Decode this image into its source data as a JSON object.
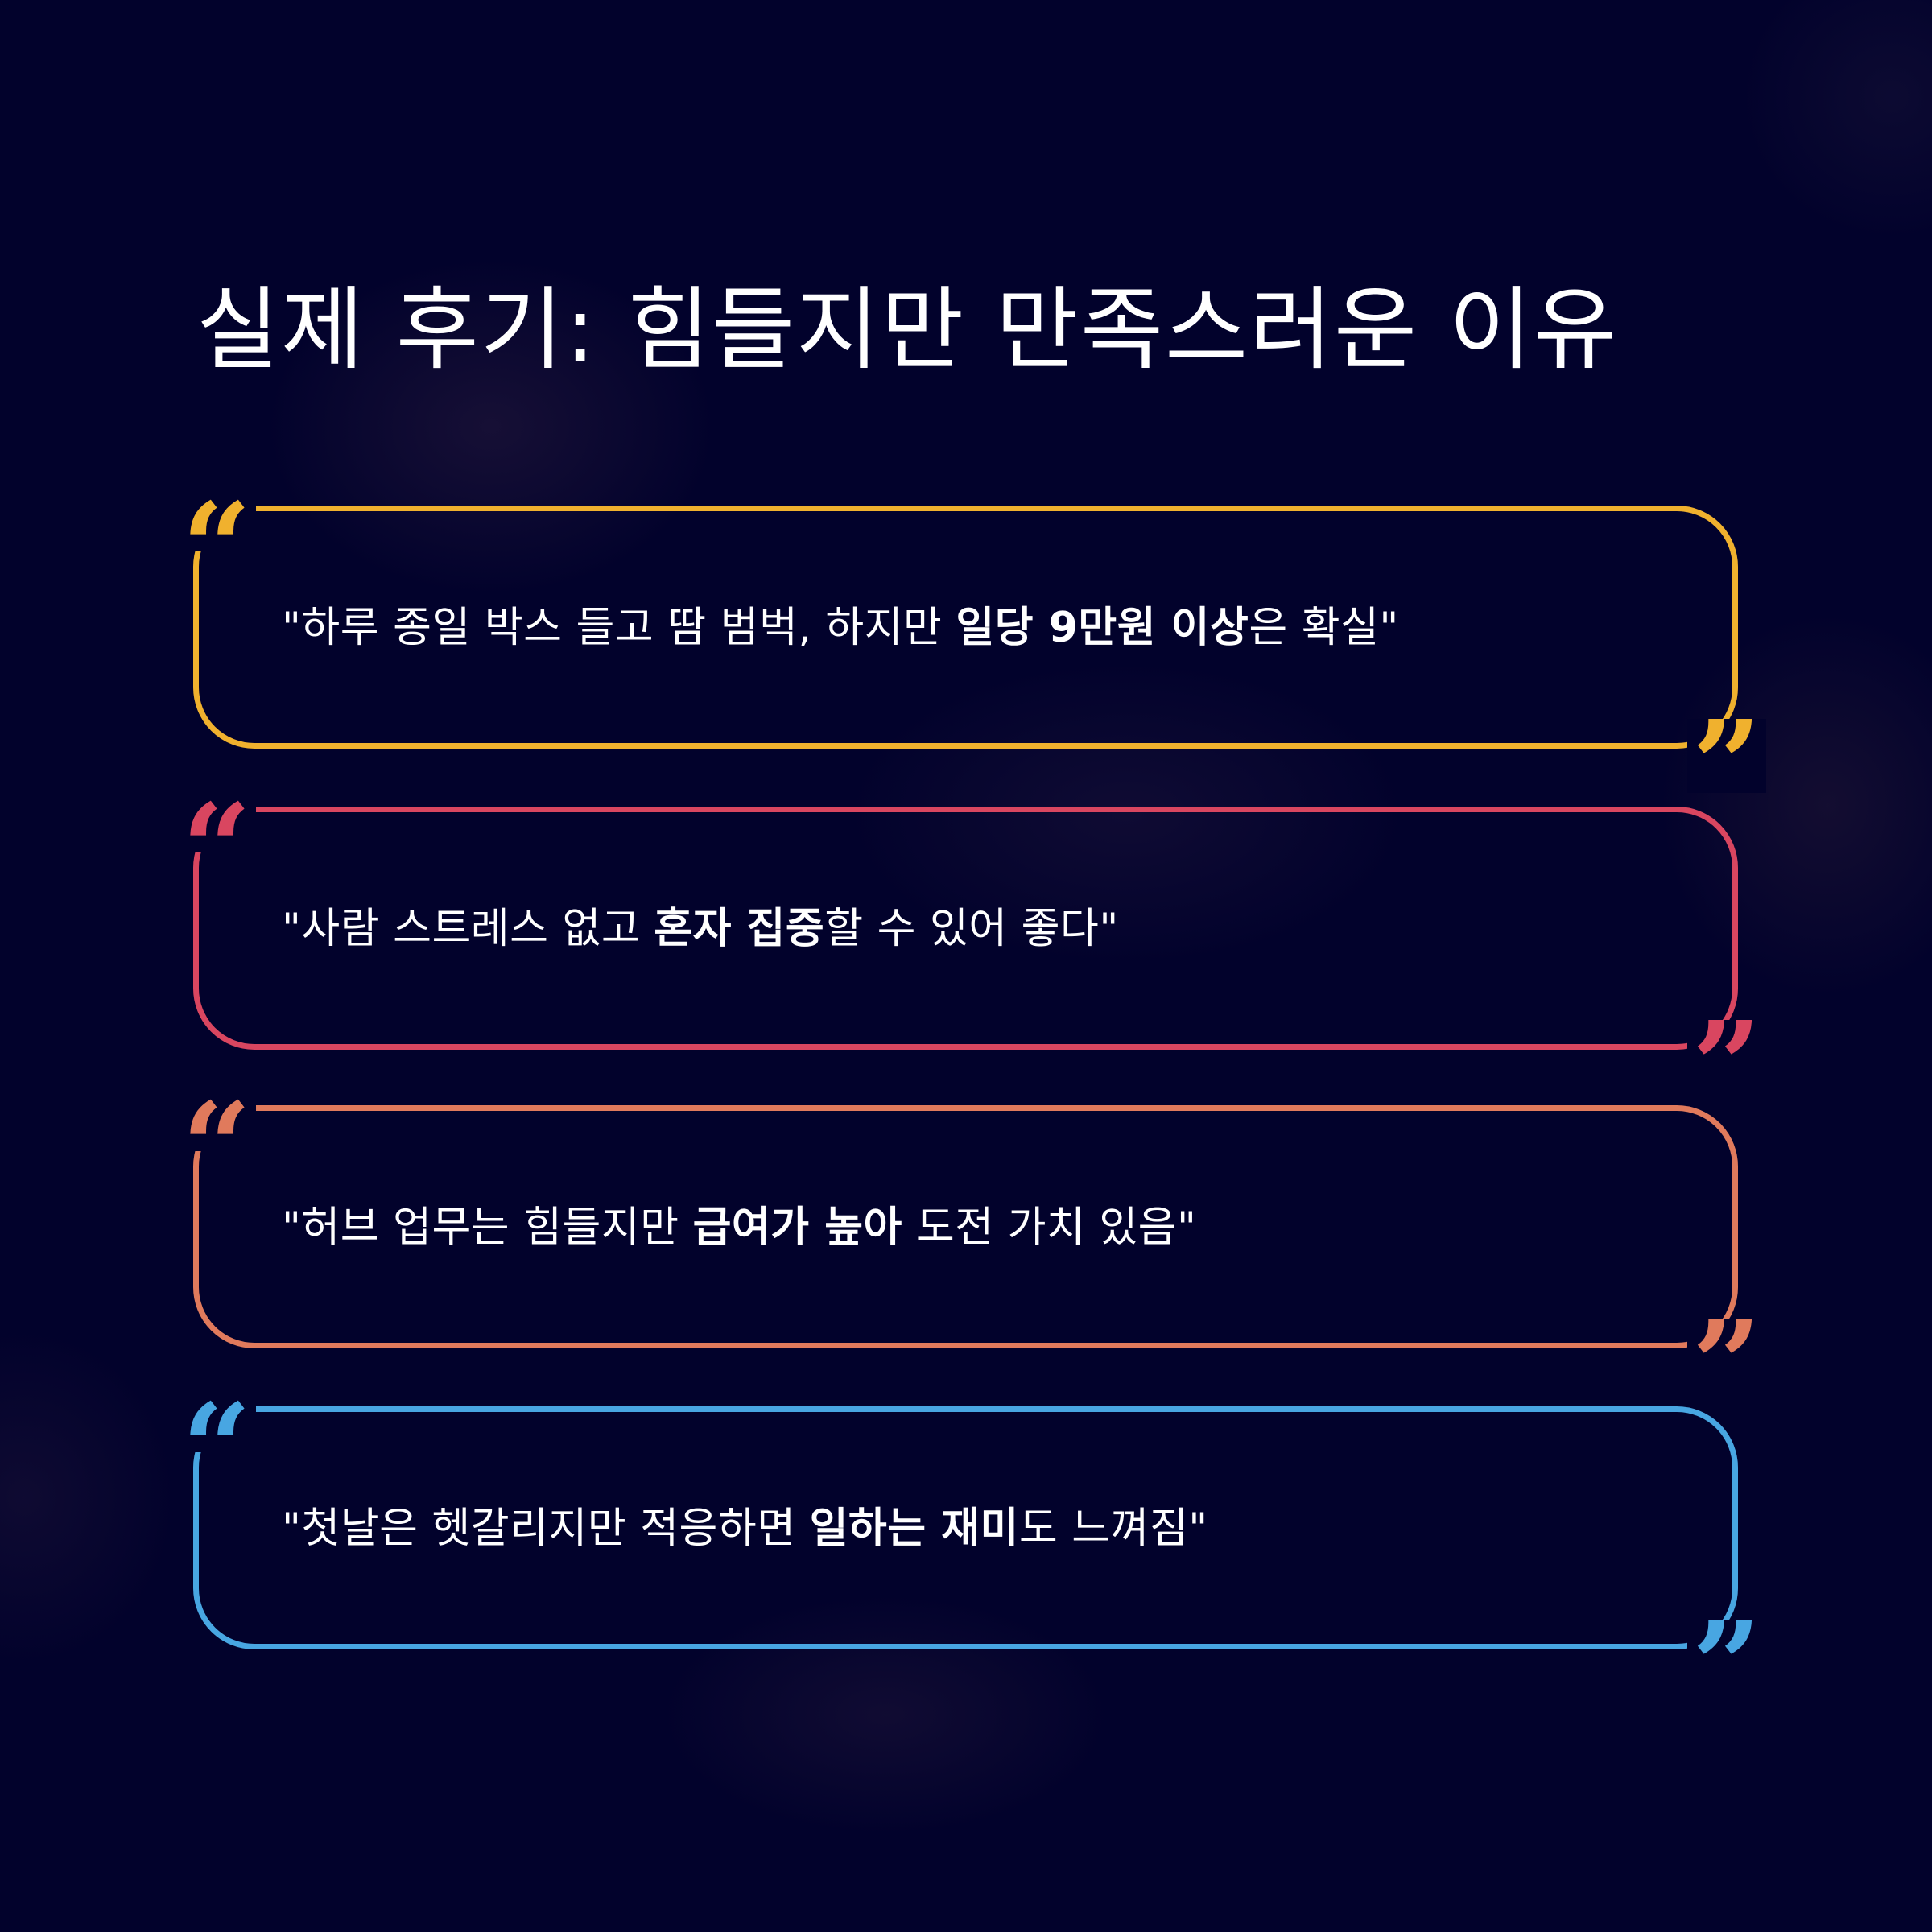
{
  "title": "실제 후기: 힘들지만 만족스러운 이유",
  "colors": {
    "background": "#02022c",
    "text": "#ffffff",
    "card1": "#f0b12e",
    "card2": "#d94660",
    "card3": "#e07a5c",
    "card4": "#48a6e2"
  },
  "icons": {
    "open_quote": "“",
    "close_quote": "”"
  },
  "reviews": [
    {
      "before": "\"하루 종일 박스 들고 땀 범벅, 하지만 ",
      "bold": "일당 9만원 이상",
      "after": "은 확실\"",
      "color": "#f0b12e"
    },
    {
      "before": "\"사람 스트레스 없고 ",
      "bold": "혼자 집중",
      "after": "할 수 있어 좋다\"",
      "color": "#d94660"
    },
    {
      "before": "\"허브 업무는 힘들지만 ",
      "bold": "급여가 높아",
      "after": " 도전 가치 있음\"",
      "color": "#e07a5c"
    },
    {
      "before": "\"첫날은 헷갈리지만 적응하면 ",
      "bold": "일하는 재미",
      "after": "도 느껴짐\"",
      "color": "#48a6e2"
    }
  ]
}
